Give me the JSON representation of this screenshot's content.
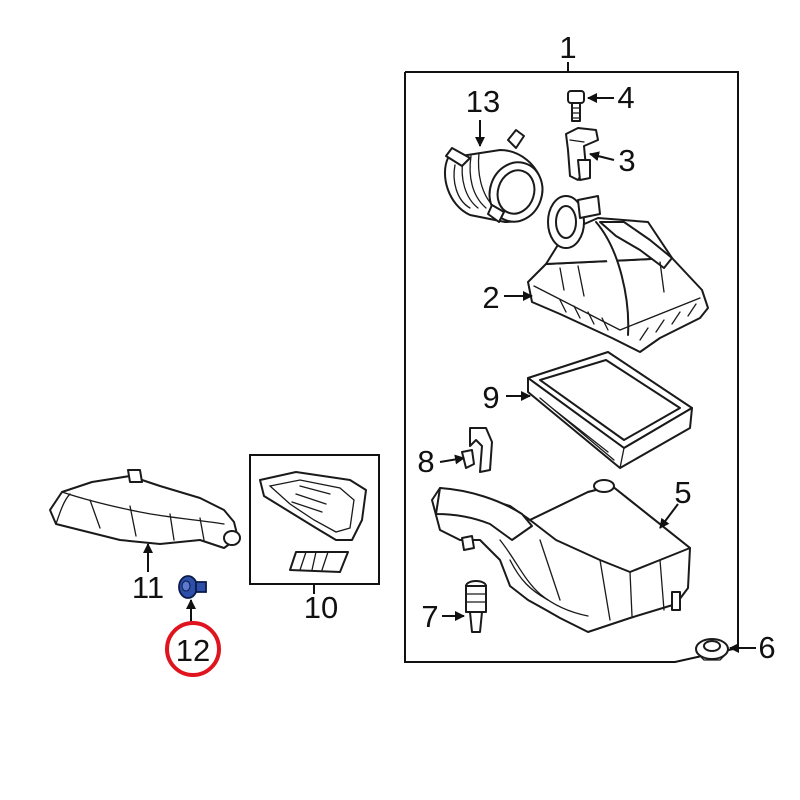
{
  "callouts": {
    "c1": "1",
    "c2": "2",
    "c3": "3",
    "c4": "4",
    "c5": "5",
    "c6": "6",
    "c7": "7",
    "c8": "8",
    "c9": "9",
    "c10": "10",
    "c11": "11",
    "c12": "12",
    "c13": "13"
  },
  "colors": {
    "line": "#1a1a1a",
    "highlight_circle": "#e0141e",
    "highlighted_part": "#2e4fa8"
  },
  "highlighted_callout": "12"
}
